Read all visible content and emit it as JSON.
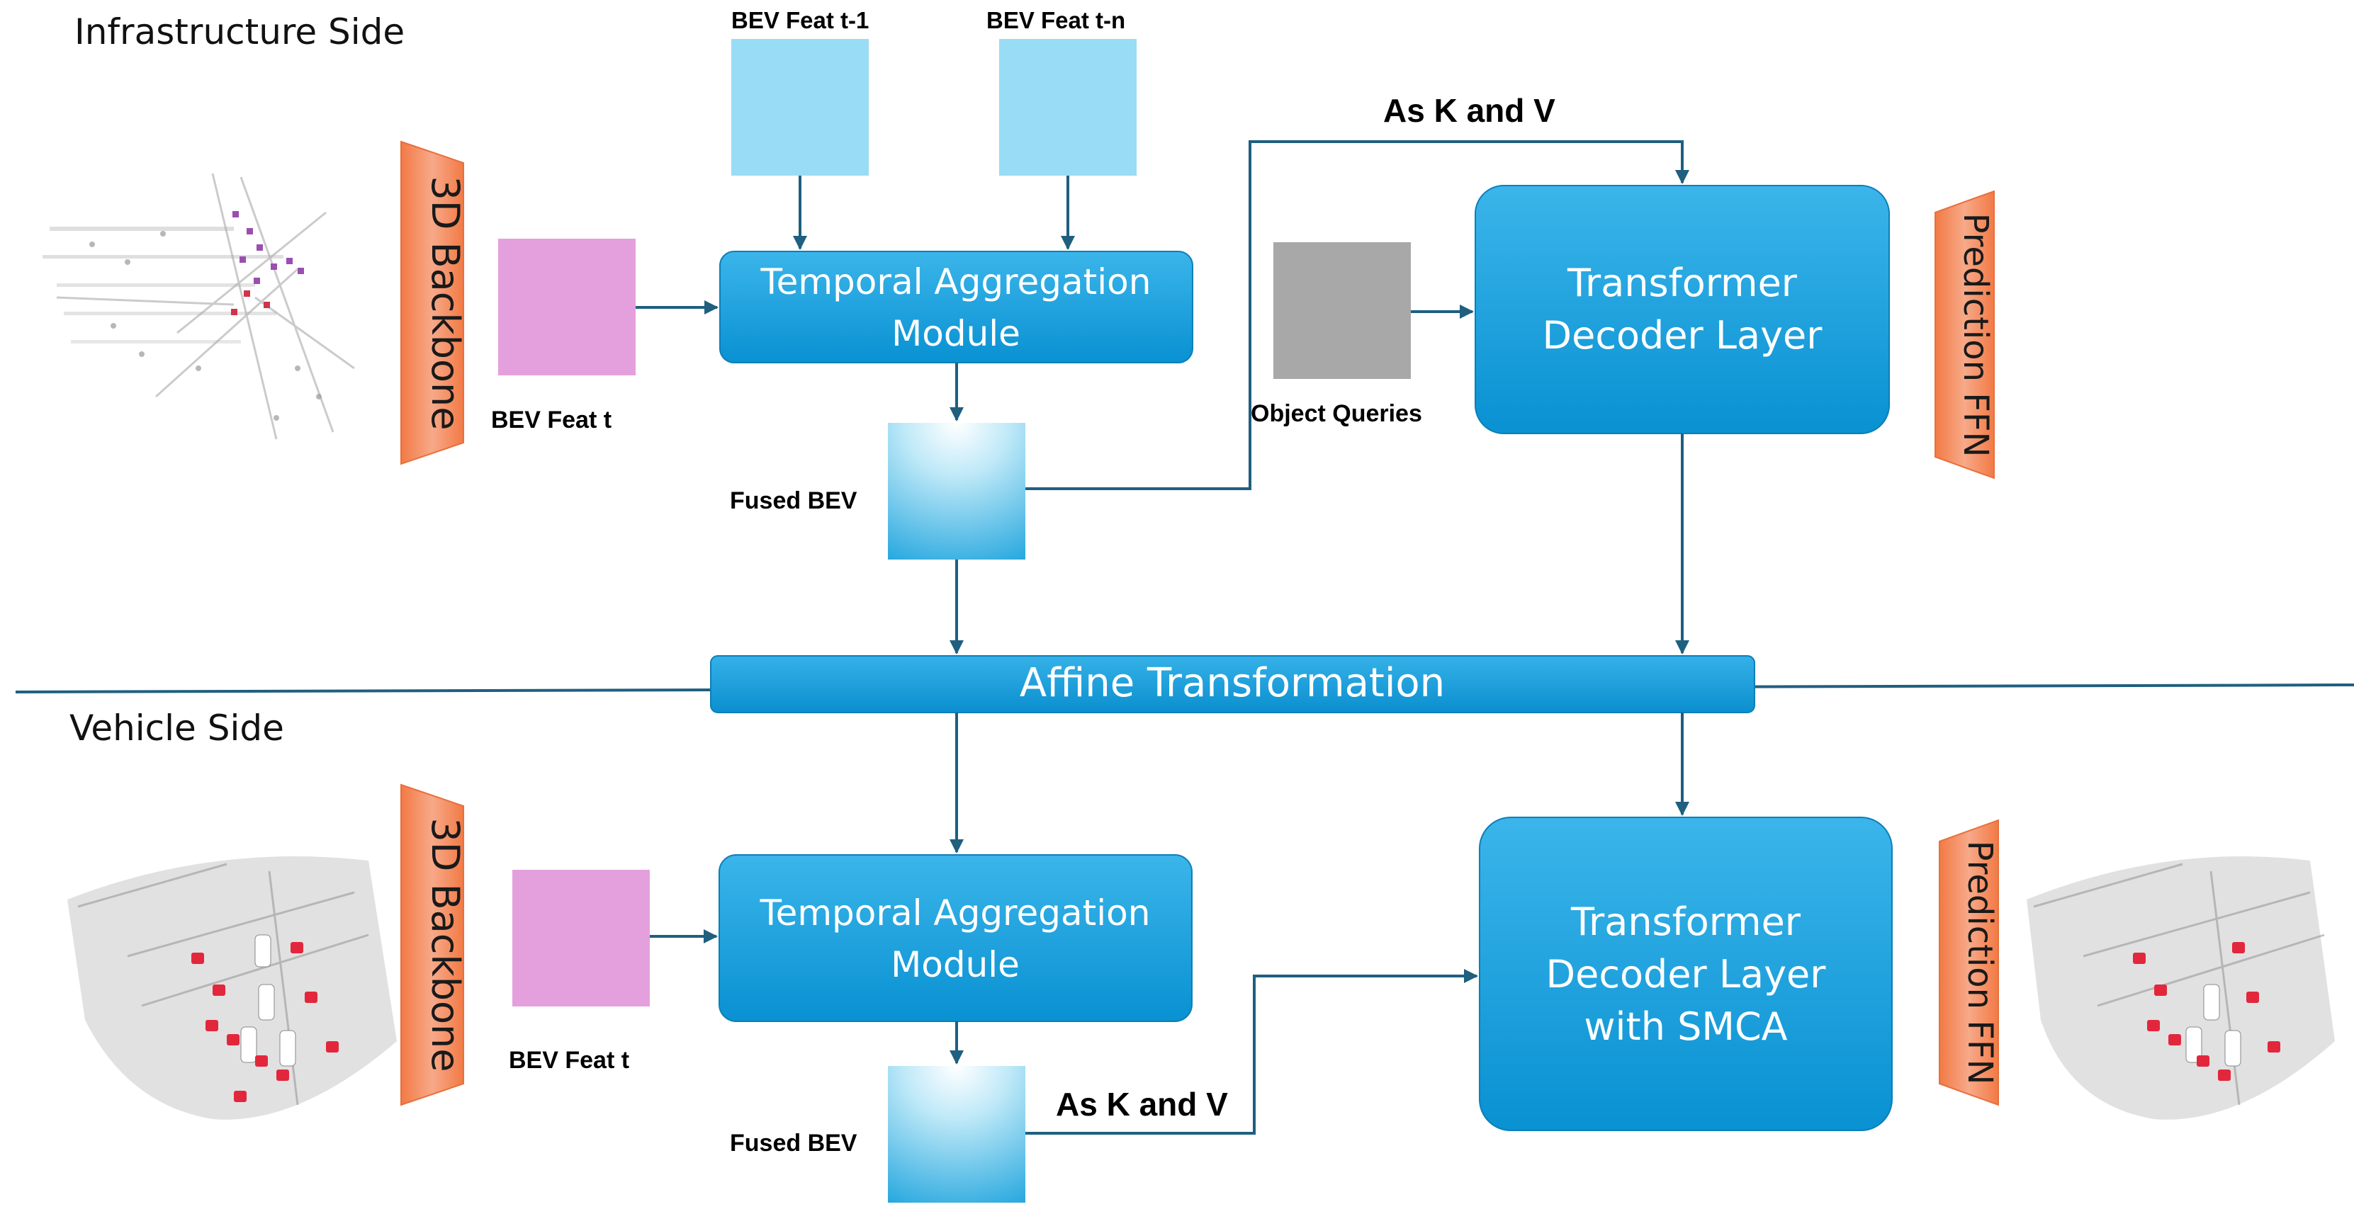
{
  "sections": {
    "infrastructure": "Infrastructure Side",
    "vehicle": "Vehicle Side"
  },
  "infra": {
    "backbone": "3D Backbone",
    "bev_feat_t": "BEV Feat t",
    "bev_feat_t1": "BEV Feat t-1",
    "bev_feat_tn": "BEV Feat t-n",
    "tam_line1": "Temporal Aggregation",
    "tam_line2": "Module",
    "fused_bev": "Fused BEV",
    "as_k_v": "As K and V",
    "object_queries": "Object Queries",
    "decoder_line1": "Transformer",
    "decoder_line2": "Decoder Layer",
    "prediction_ffn": "Prediction FFN"
  },
  "affine": "Affine Transformation",
  "vehicle": {
    "backbone": "3D Backbone",
    "bev_feat_t": "BEV Feat t",
    "tam_line1": "Temporal Aggregation",
    "tam_line2": "Module",
    "fused_bev": "Fused BEV",
    "as_k_v": "As K and V",
    "decoder_line1": "Transformer",
    "decoder_line2": "Decoder Layer",
    "decoder_line3": "with SMCA",
    "prediction_ffn": "Prediction FFN"
  },
  "colors": {
    "module_blue": "#0f9bd8",
    "light_blue": "#99dcf5",
    "pink": "#e4a0dc",
    "gray": "#a8a8a8",
    "orange": "#f5936a",
    "connector": "#1f5f7f"
  }
}
